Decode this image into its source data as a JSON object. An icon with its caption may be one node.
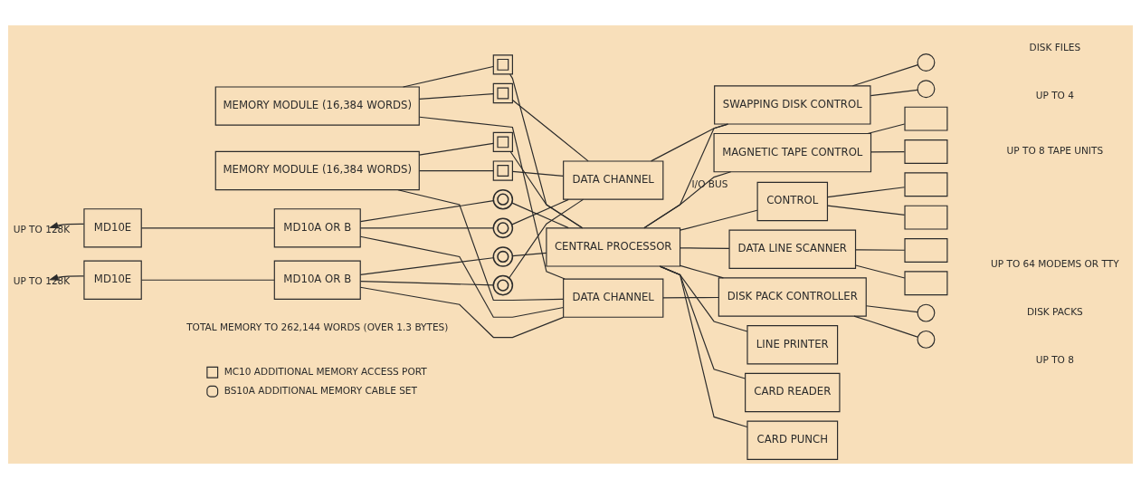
{
  "diagram": {
    "nodes": [
      {
        "text": [
          "CENTRAL PROCESSOR"
        ]
      },
      {
        "text": [
          "MEMORY MODULE (16,384 WORDS)"
        ]
      },
      {
        "text": [
          "MEMORY MODULE (16,384 WORDS)"
        ]
      },
      {
        "text": [
          "MD10E"
        ]
      },
      {
        "text": [
          "MD10A OR B"
        ]
      },
      {
        "text": [
          "MD10E"
        ]
      },
      {
        "text": [
          "MD10A OR B"
        ]
      },
      {
        "text": [
          "DATA CHANNEL"
        ]
      },
      {
        "text": [
          "DATA CHANNEL"
        ]
      },
      {
        "text": [
          "SWAPPING DISK CONTROL"
        ]
      },
      {
        "text": [
          "LINE PRINTER"
        ]
      },
      {
        "text": [
          "CARD READER"
        ]
      },
      {
        "text": [
          "MAGNETIC TAPE CONTROL"
        ]
      },
      {
        "text": [
          "CONTROL"
        ]
      },
      {
        "text": [
          "CARD PUNCH"
        ]
      },
      {
        "text": [
          "DATA LINE SCANNER"
        ]
      },
      {
        "text": [
          "DISK PACK CONTROLLER"
        ]
      },
      {
        "text": [],
        "shape": "circle"
      },
      {
        "text": [],
        "shape": "circle"
      },
      {
        "text": [],
        "shape": "box"
      },
      {
        "text": [],
        "shape": "box"
      },
      {
        "text": [],
        "shape": "box"
      },
      {
        "text": [],
        "shape": "box"
      },
      {
        "text": [],
        "shape": "box"
      },
      {
        "text": [],
        "shape": "box"
      },
      {
        "text": [],
        "shape": "circle"
      },
      {
        "text": [],
        "shape": "circle"
      },
      {
        "text": [],
        "shape": "square"
      },
      {
        "text": [],
        "shape": "square"
      },
      {
        "text": [],
        "shape": "square"
      },
      {
        "text": [],
        "shape": "square"
      },
      {
        "text": [],
        "shape": "ring"
      },
      {
        "text": [],
        "shape": "ring"
      },
      {
        "text": [],
        "shape": "ring"
      },
      {
        "text": [],
        "shape": "ring"
      }
    ],
    "edges": [
      {
        "from": 1,
        "to": 27,
        "arrow": "none"
      },
      {
        "from": 27,
        "to": 0,
        "arrow": "none"
      },
      {
        "from": 1,
        "to": 28,
        "arrow": "none"
      },
      {
        "from": 28,
        "to": 7,
        "arrow": "none"
      },
      {
        "from": 1,
        "to": 8,
        "arrow": "none"
      },
      {
        "from": 2,
        "to": 29,
        "arrow": "none"
      },
      {
        "from": 29,
        "to": 0,
        "arrow": "none"
      },
      {
        "from": 2,
        "to": 30,
        "arrow": "none"
      },
      {
        "from": 30,
        "to": 7,
        "arrow": "none"
      },
      {
        "from": 2,
        "to": 8,
        "arrow": "none"
      },
      {
        "from": 3,
        "to": 4,
        "arrow": "none"
      },
      {
        "from": 3,
        "to": null,
        "arrow": "to",
        "label": "UP TO 128K"
      },
      {
        "from": 4,
        "to": 31,
        "arrow": "none"
      },
      {
        "from": 31,
        "to": 0,
        "arrow": "none"
      },
      {
        "from": 4,
        "to": 32,
        "arrow": "none"
      },
      {
        "from": 32,
        "to": 7,
        "arrow": "none"
      },
      {
        "from": 4,
        "to": 8,
        "arrow": "none"
      },
      {
        "from": 5,
        "to": 6,
        "arrow": "none"
      },
      {
        "from": 5,
        "to": null,
        "arrow": "to",
        "label": "UP TO 128K"
      },
      {
        "from": 6,
        "to": 33,
        "arrow": "none"
      },
      {
        "from": 33,
        "to": 0,
        "arrow": "none"
      },
      {
        "from": 6,
        "to": 34,
        "arrow": "none"
      },
      {
        "from": 34,
        "to": 7,
        "arrow": "none"
      },
      {
        "from": 6,
        "to": 8,
        "arrow": "none"
      },
      {
        "from": 0,
        "to": 9,
        "arrow": "none",
        "label": "I/O BUS"
      },
      {
        "from": 0,
        "to": 10,
        "arrow": "none"
      },
      {
        "from": 0,
        "to": 16,
        "arrow": "none"
      },
      {
        "from": 0,
        "to": 11,
        "arrow": "none"
      },
      {
        "from": 0,
        "to": 12,
        "arrow": "none"
      },
      {
        "from": 0,
        "to": 13,
        "arrow": "none"
      },
      {
        "from": 0,
        "to": 14,
        "arrow": "none"
      },
      {
        "from": 0,
        "to": 15,
        "arrow": "none"
      },
      {
        "from": 7,
        "to": 9,
        "arrow": "none"
      },
      {
        "from": 8,
        "to": 16,
        "arrow": "none"
      },
      {
        "from": 9,
        "to": 17,
        "arrow": "none"
      },
      {
        "from": 9,
        "to": 18,
        "arrow": "none"
      },
      {
        "from": 12,
        "to": 19,
        "arrow": "none"
      },
      {
        "from": 12,
        "to": 20,
        "arrow": "none"
      },
      {
        "from": 13,
        "to": 21,
        "arrow": "none"
      },
      {
        "from": 13,
        "to": 22,
        "arrow": "none"
      },
      {
        "from": 15,
        "to": 23,
        "arrow": "none"
      },
      {
        "from": 15,
        "to": 24,
        "arrow": "none"
      },
      {
        "from": 16,
        "to": 25,
        "arrow": "none"
      },
      {
        "from": 16,
        "to": 26,
        "arrow": "none"
      }
    ],
    "labels": [
      "TOTAL MEMORY TO 262,144 WORDS (OVER 1.3 BYTES)",
      "DISK FILES",
      "UP TO 4",
      "UP TO 8 TAPE UNITS",
      "UP TO 64 MODEMS OR TTY",
      "DISK PACKS",
      "UP TO 8"
    ],
    "legend": [
      {
        "text": "MC10 ADDITIONAL MEMORY ACCESS PORT"
      },
      {
        "text": "BS10A ADDITIONAL MEMORY CABLE SET"
      }
    ]
  }
}
